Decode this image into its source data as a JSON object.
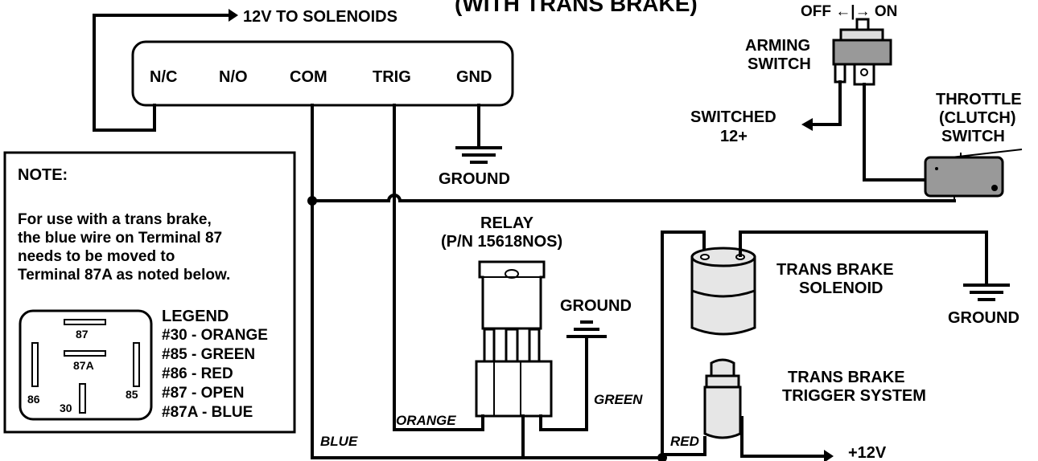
{
  "header": {
    "title_fragment": "(WITH TRANS BRAKE)"
  },
  "controller": {
    "output_label": "12V TO SOLENOIDS",
    "terminals": [
      "N/C",
      "N/O",
      "COM",
      "TRIG",
      "GND"
    ]
  },
  "grounds": {
    "controller": "GROUND",
    "relay": "GROUND",
    "solenoid": "GROUND"
  },
  "arming_switch": {
    "label_line1": "ARMING",
    "label_line2": "SWITCH",
    "off_on": "OFF ←|→ ON"
  },
  "switched": {
    "line1": "SWITCHED",
    "line2": "12+"
  },
  "throttle_switch": {
    "line1": "THROTTLE",
    "line2": "(CLUTCH)",
    "line3": "SWITCH"
  },
  "relay": {
    "line1": "RELAY",
    "line2": "(P/N 15618NOS)"
  },
  "solenoid": {
    "line1": "TRANS BRAKE",
    "line2": "SOLENOID"
  },
  "trigger": {
    "line1": "TRANS BRAKE",
    "line2": "TRIGGER SYSTEM",
    "supply": "+12V"
  },
  "wires": {
    "blue": "BLUE",
    "orange": "ORANGE",
    "green": "GREEN",
    "red": "RED"
  },
  "note": {
    "heading": "NOTE:",
    "lines": [
      "For use with a trans brake,",
      "the blue wire on Terminal 87",
      "needs to be moved to",
      "Terminal 87A as noted below."
    ]
  },
  "legend": {
    "title": "LEGEND",
    "items": [
      "#30 - ORANGE",
      "#85 - GREEN",
      "#86 - RED",
      "#87 - OPEN",
      "#87A - BLUE"
    ],
    "pins": {
      "p87": "87",
      "p87a": "87A",
      "p86": "86",
      "p85": "85",
      "p30": "30"
    }
  }
}
